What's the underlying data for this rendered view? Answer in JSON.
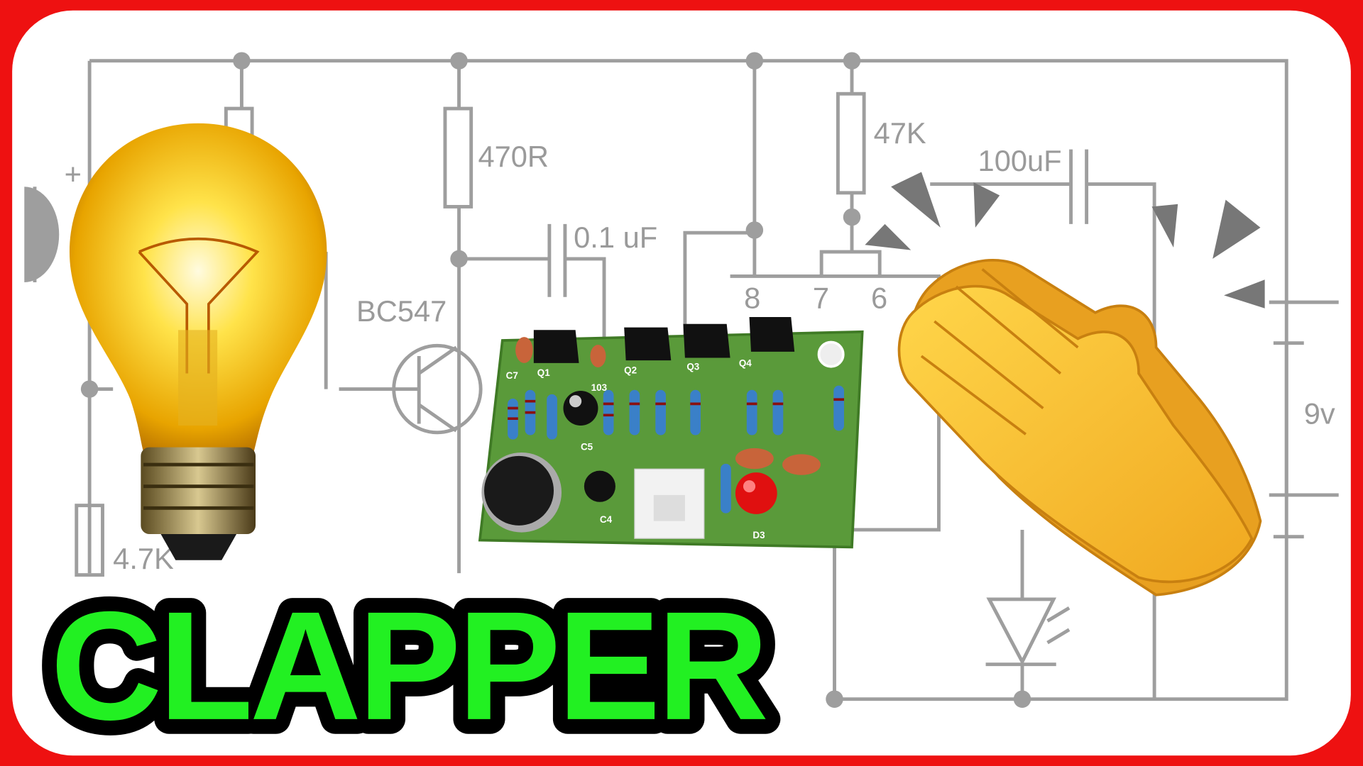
{
  "title": "CLAPPER",
  "colors": {
    "frame": "#ee1111",
    "title_fill": "#22f022",
    "title_outline": "#000000",
    "schematic": "#9a9a9a",
    "pcb": "#5a9a3a"
  },
  "schematic": {
    "labels": {
      "r1": "470R",
      "r2": "47K",
      "c1": "100uF",
      "c2": "0.1 uF",
      "transistor": "BC547",
      "pin8": "8",
      "pin7": "7",
      "pin6": "6",
      "battery": "9v",
      "r3": "4.7K",
      "plus": "+"
    }
  },
  "pcb": {
    "labels": [
      "Q1",
      "Q2",
      "Q3",
      "Q4",
      "C5",
      "C4",
      "D3",
      "C7",
      "103"
    ]
  },
  "icons": [
    "light-bulb-icon",
    "clapping-hands-icon",
    "microphone-icon"
  ]
}
